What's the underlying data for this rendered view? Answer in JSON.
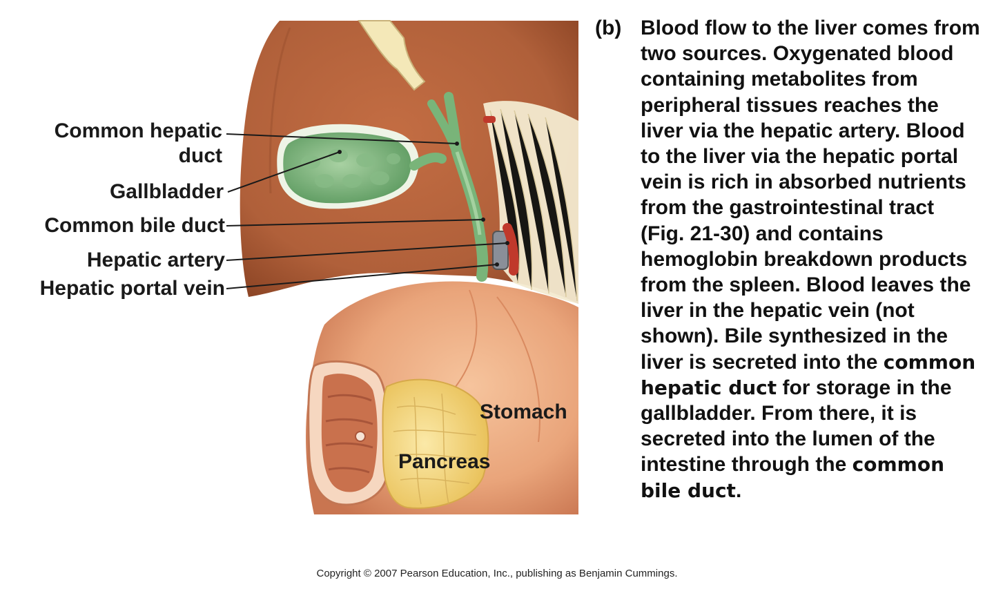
{
  "labels": {
    "common_hepatic_duct_line1": "Common hepatic",
    "common_hepatic_duct_line2": "duct",
    "gallbladder": "Gallbladder",
    "common_bile_duct": "Common bile duct",
    "hepatic_artery": "Hepatic artery",
    "hepatic_portal_vein": "Hepatic portal vein",
    "stomach": "Stomach",
    "pancreas": "Pancreas"
  },
  "caption": {
    "tag": "(b)",
    "text_1": "Blood flow to the liver comes from two sources. Oxygenated blood containing metabolites from peripheral tissues reaches the liver via the hepatic artery. Blood to the liver via the hepatic portal vein is rich in absorbed nutrients from the gastrointestinal tract (Fig. 21-30) and contains hemoglobin breakdown products from the spleen. Blood leaves the liver in the hepatic vein (not shown). Bile synthesized in the liver is secreted into the ",
    "term_1": "common hepatic duct",
    "text_2": " for storage in the gallbladder. From there, it is secreted into the lumen of the intestine through the ",
    "term_2": "common bile duct",
    "text_3": "."
  },
  "copyright": "Copyright © 2007 Pearson Education, Inc., publishing as Benjamin Cummings.",
  "colors": {
    "liver": "#b5623a",
    "gallbladder": "#8fc08f",
    "duct": "#79b479",
    "stomach": "#e9a47a",
    "pancreas": "#f2d57a",
    "artery": "#c0392b",
    "portal_vein": "#8a8f98"
  }
}
